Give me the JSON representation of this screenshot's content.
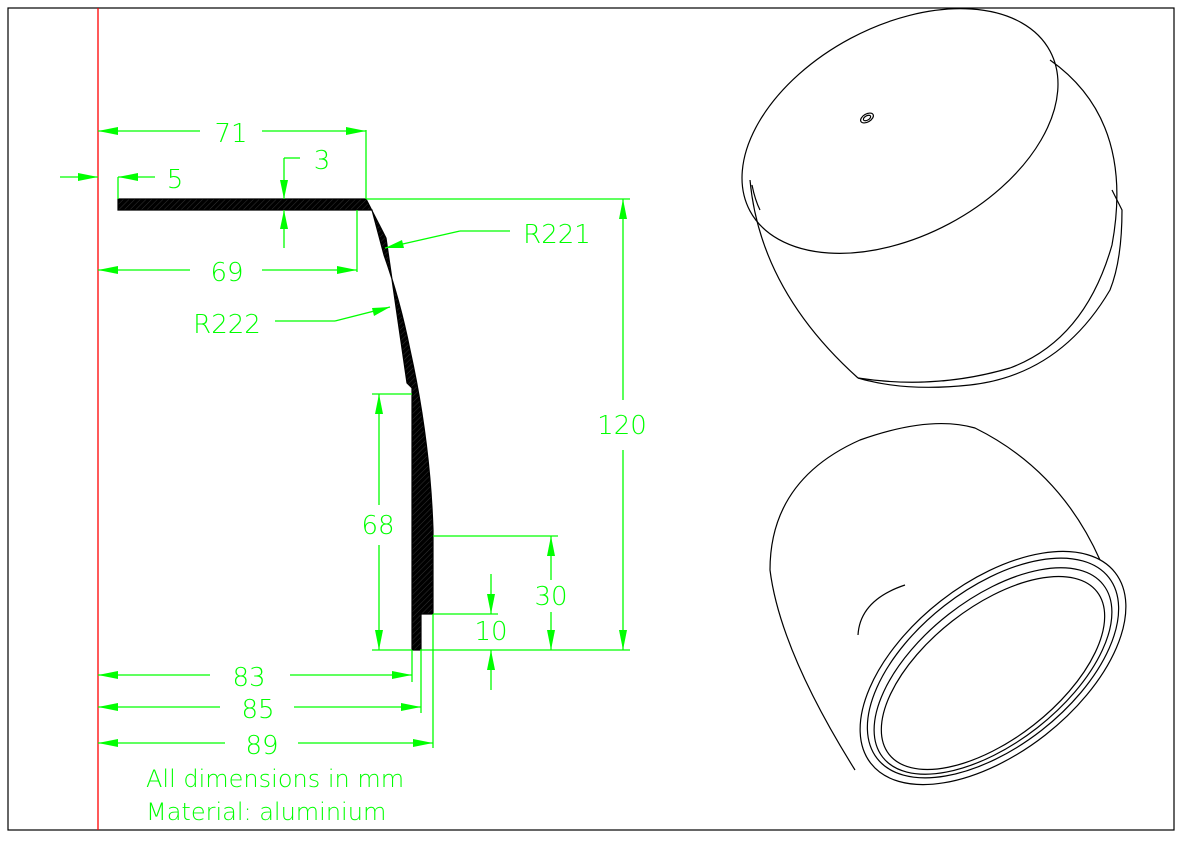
{
  "drawing": {
    "dimensions": {
      "d71": "71",
      "d3": "3",
      "d5": "5",
      "d69": "69",
      "r221": "R221",
      "r222": "R222",
      "d120": "120",
      "d68": "68",
      "d30": "30",
      "d10": "10",
      "d83": "83",
      "d85": "85",
      "d89": "89"
    },
    "notes": {
      "line1": "All dimensions in mm",
      "line2": "Material: aluminium"
    }
  },
  "colors": {
    "dimension": "#00ff00",
    "centerline": "#ff0000",
    "outline": "#000000"
  }
}
